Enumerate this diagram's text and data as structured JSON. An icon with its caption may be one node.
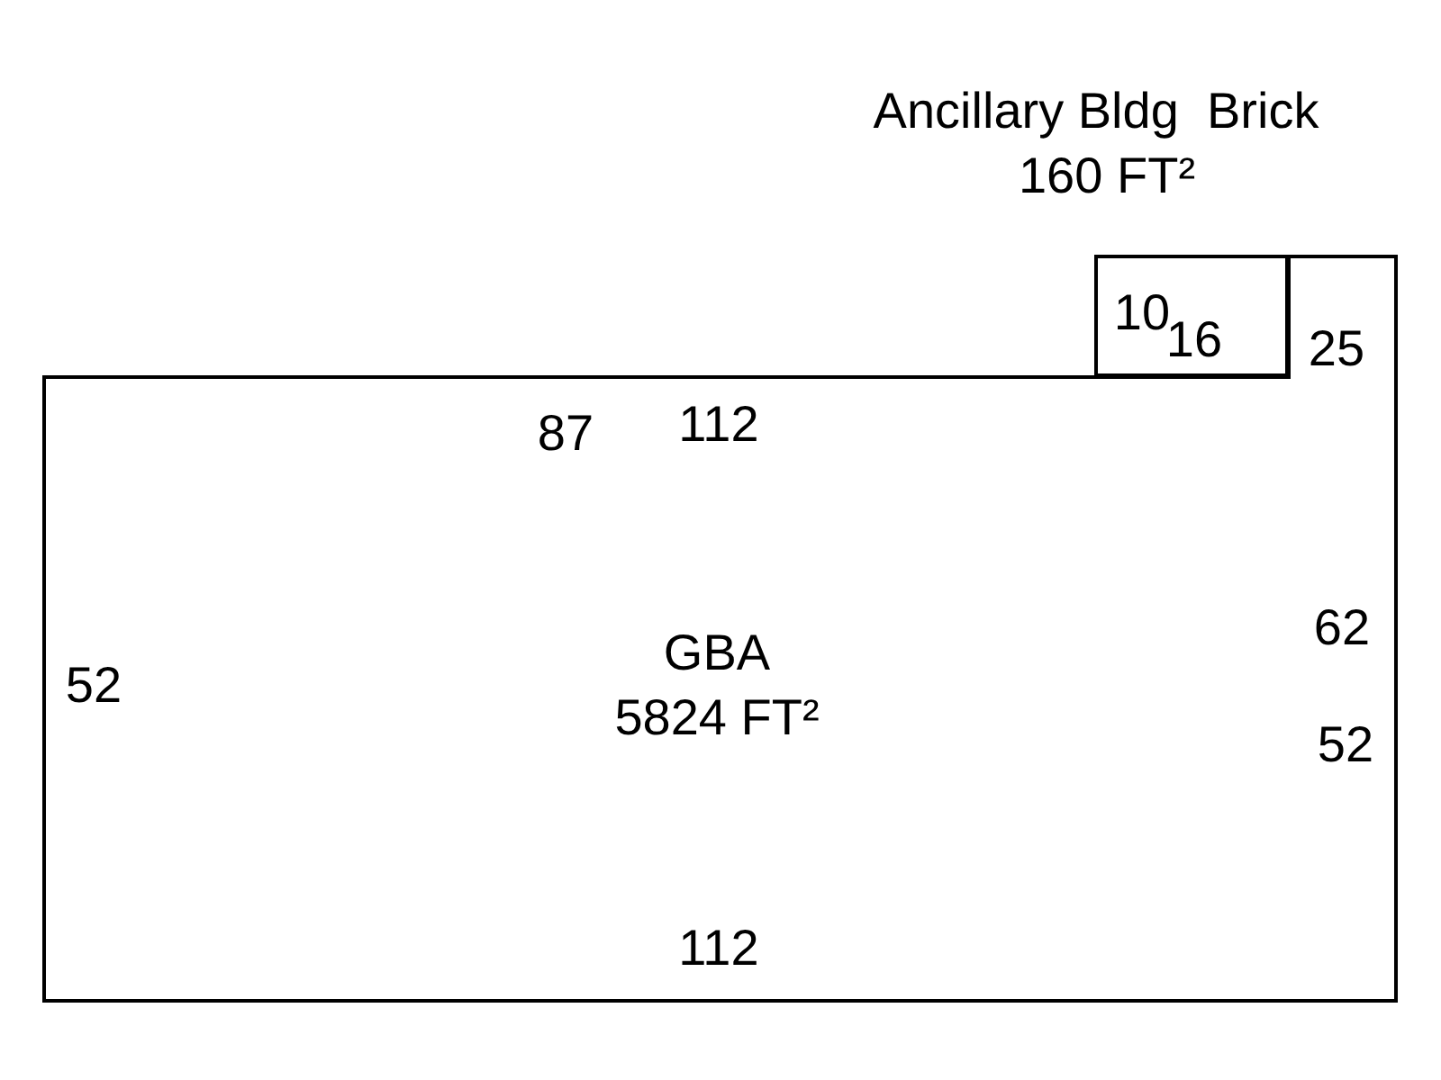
{
  "diagram": {
    "nodes": [
      {
        "text": [
          "GBA",
          "5824 FT²"
        ]
      },
      {
        "text": [
          "Ancillary Bldg  Brick",
          "160 FT²"
        ]
      }
    ],
    "labels": [
      "10",
      "16",
      "25",
      "112",
      "87",
      "62",
      "52",
      "52",
      "112"
    ]
  }
}
